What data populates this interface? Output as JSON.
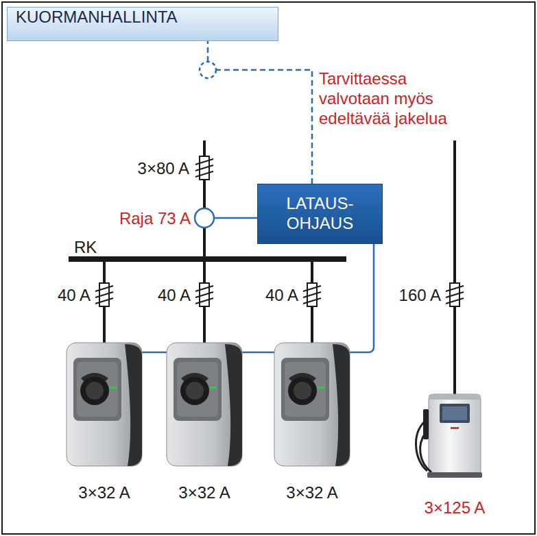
{
  "diagram": {
    "nodes": [
      {
        "text": [
          "KUORMANHALLINTA"
        ]
      },
      {
        "text": [
          "LATAUS- OHJAUS"
        ]
      }
    ],
    "edges": [
      {
        "from": 1,
        "to": 0,
        "arrow": "none"
      }
    ],
    "labels": [
      "Tarvittaessa valvotaan myös edeltävää jakelua",
      "3×80 A",
      "Raja 73 A",
      "RK",
      "40 A",
      "40 A",
      "40 A",
      "160 A",
      "3×32 A",
      "3×32 A",
      "3×32 A",
      "3×125 A"
    ]
  }
}
